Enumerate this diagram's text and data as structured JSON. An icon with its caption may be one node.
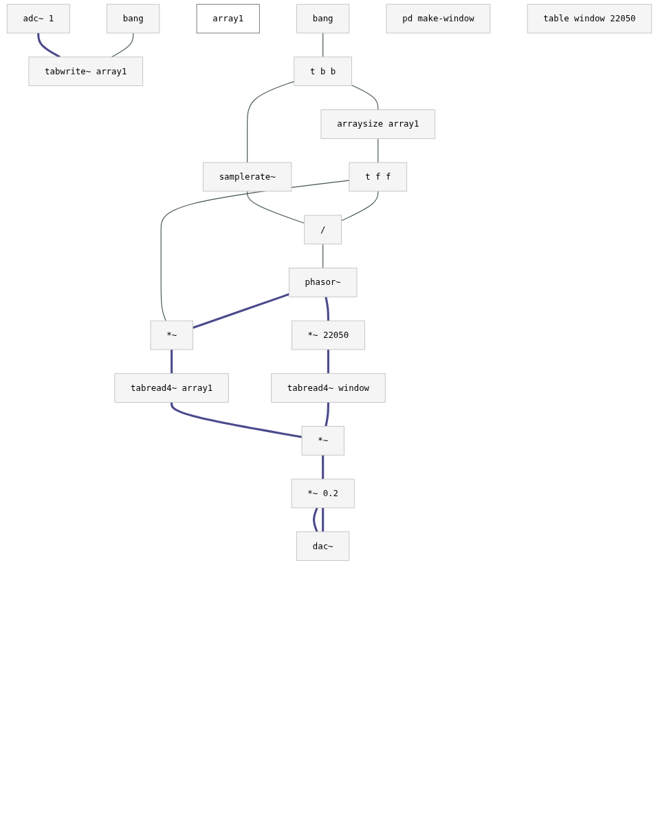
{
  "diagram": {
    "nodes": [
      {
        "text": [
          "adc~ 1"
        ]
      },
      {
        "text": [
          "bang"
        ]
      },
      {
        "text": [
          "tabwrite~ array1"
        ]
      },
      {
        "text": [
          "array1"
        ]
      },
      {
        "text": [
          "bang"
        ]
      },
      {
        "text": [
          "t b b"
        ]
      },
      {
        "text": [
          "samplerate~"
        ]
      },
      {
        "text": [
          "arraysize array1"
        ]
      },
      {
        "text": [
          "t f f"
        ]
      },
      {
        "text": [
          "/"
        ]
      },
      {
        "text": [
          "phasor~"
        ]
      },
      {
        "text": [
          "*~"
        ]
      },
      {
        "text": [
          "tabread4~ array1"
        ]
      },
      {
        "text": [
          "*~ 22050"
        ]
      },
      {
        "text": [
          "tabread4~ window"
        ]
      },
      {
        "text": [
          "*~"
        ]
      },
      {
        "text": [
          "*~ 0.2"
        ]
      },
      {
        "text": [
          "dac~"
        ]
      },
      {
        "text": [
          "pd make-window"
        ]
      },
      {
        "text": [
          "table window 22050"
        ]
      }
    ],
    "edges": [
      {
        "from": 0,
        "to": 2,
        "arrow": "none"
      },
      {
        "from": 1,
        "to": 2,
        "arrow": "none",
        "color": "#45574a"
      },
      {
        "from": 4,
        "to": 5,
        "arrow": "none",
        "color": "#45574a"
      },
      {
        "from": 5,
        "to": 6,
        "arrow": "none",
        "color": "#45574a"
      },
      {
        "from": 5,
        "to": 7,
        "arrow": "none",
        "color": "#45574a"
      },
      {
        "from": 6,
        "to": 9,
        "arrow": "none",
        "color": "#45574a"
      },
      {
        "from": 7,
        "to": 8,
        "arrow": "none",
        "color": "#45574a"
      },
      {
        "from": 8,
        "to": 9,
        "arrow": "none",
        "color": "#45574a"
      },
      {
        "from": 8,
        "to": 11,
        "arrow": "none",
        "color": "#45574a"
      },
      {
        "from": 9,
        "to": 10,
        "arrow": "none",
        "color": "#45574a"
      },
      {
        "from": 10,
        "to": 11,
        "arrow": "none"
      },
      {
        "from": 10,
        "to": 13,
        "arrow": "none"
      },
      {
        "from": 11,
        "to": 12,
        "arrow": "none"
      },
      {
        "from": 13,
        "to": 14,
        "arrow": "none"
      },
      {
        "from": 12,
        "to": 15,
        "arrow": "none"
      },
      {
        "from": 14,
        "to": 15,
        "arrow": "none"
      },
      {
        "from": 15,
        "to": 16,
        "arrow": "none"
      },
      {
        "from": 16,
        "to": 17,
        "arrow": "none"
      },
      {
        "from": 16,
        "to": 17,
        "arrow": "none"
      }
    ]
  }
}
